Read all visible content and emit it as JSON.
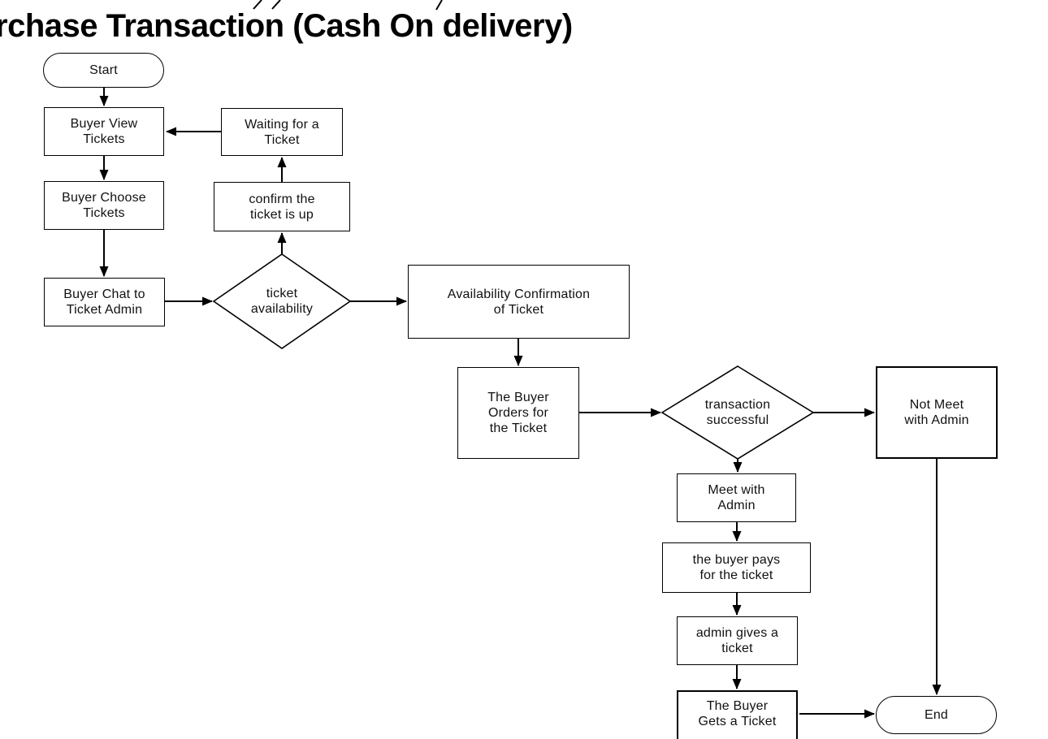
{
  "title": "rchase Transaction (Cash On delivery)",
  "colors": {
    "stroke": "#000000",
    "background": "#ffffff",
    "text": "#111111"
  },
  "nodes": {
    "start": {
      "label": "Start",
      "type": "terminator"
    },
    "buyer_view": {
      "label": "Buyer View\nTickets",
      "type": "process"
    },
    "waiting": {
      "label": "Waiting for a\nTicket",
      "type": "process"
    },
    "buyer_choose": {
      "label": "Buyer Choose\nTickets",
      "type": "process"
    },
    "confirm_up": {
      "label": "confirm the\nticket is up",
      "type": "process"
    },
    "buyer_chat": {
      "label": "Buyer Chat to\nTicket Admin",
      "type": "process"
    },
    "ticket_availability": {
      "label": "ticket\navailability",
      "type": "decision"
    },
    "availability_confirmation": {
      "label": "Availability Confirmation\nof Ticket",
      "type": "process"
    },
    "buyer_orders": {
      "label": "The Buyer\nOrders for\nthe Ticket",
      "type": "process"
    },
    "transaction_successful": {
      "label": "transaction\nsuccessful",
      "type": "decision"
    },
    "not_meet": {
      "label": "Not Meet\nwith Admin",
      "type": "process"
    },
    "meet_admin": {
      "label": "Meet with\nAdmin",
      "type": "process"
    },
    "buyer_pays": {
      "label": "the buyer pays\nfor the ticket",
      "type": "process"
    },
    "admin_gives": {
      "label": "admin gives a\nticket",
      "type": "process"
    },
    "buyer_gets": {
      "label": "The Buyer\nGets a Ticket",
      "type": "process"
    },
    "end": {
      "label": "End",
      "type": "terminator"
    }
  },
  "edges": [
    {
      "from": "start",
      "to": "buyer_view"
    },
    {
      "from": "waiting",
      "to": "buyer_view"
    },
    {
      "from": "buyer_view",
      "to": "buyer_choose"
    },
    {
      "from": "buyer_choose",
      "to": "buyer_chat"
    },
    {
      "from": "buyer_chat",
      "to": "ticket_availability"
    },
    {
      "from": "ticket_availability",
      "to": "confirm_up"
    },
    {
      "from": "confirm_up",
      "to": "waiting"
    },
    {
      "from": "ticket_availability",
      "to": "availability_confirmation"
    },
    {
      "from": "availability_confirmation",
      "to": "buyer_orders"
    },
    {
      "from": "buyer_orders",
      "to": "transaction_successful"
    },
    {
      "from": "transaction_successful",
      "to": "not_meet"
    },
    {
      "from": "transaction_successful",
      "to": "meet_admin"
    },
    {
      "from": "meet_admin",
      "to": "buyer_pays"
    },
    {
      "from": "buyer_pays",
      "to": "admin_gives"
    },
    {
      "from": "admin_gives",
      "to": "buyer_gets"
    },
    {
      "from": "buyer_gets",
      "to": "end"
    },
    {
      "from": "not_meet",
      "to": "end"
    }
  ]
}
